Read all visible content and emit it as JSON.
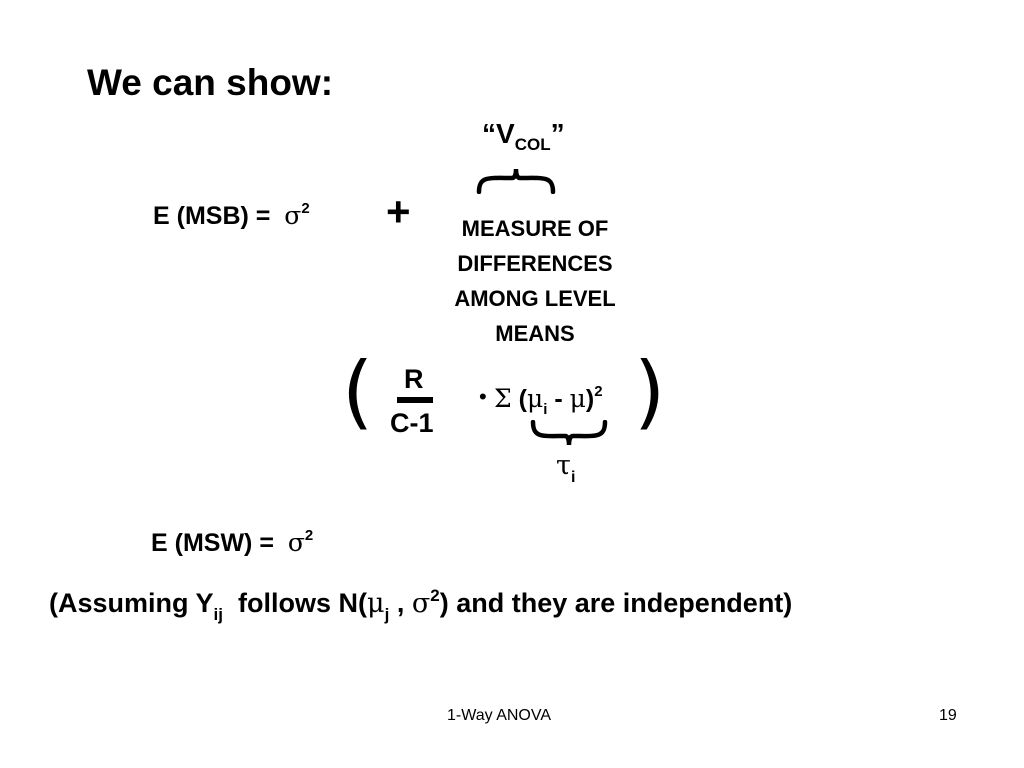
{
  "slide": {
    "title": "We can show:",
    "vcol": {
      "quote_open": "“",
      "letter": "V",
      "subscript": "COL",
      "quote_close": "”"
    },
    "emsb": {
      "lhs": "E (MSB) =",
      "sigma": "σ",
      "exp": "2",
      "plus": "+"
    },
    "measure_lines": [
      "MEASURE OF",
      "DIFFERENCES",
      "AMONG LEVEL",
      "MEANS"
    ],
    "formula": {
      "paren_open": "(",
      "paren_close": ")",
      "numerator": "R",
      "denominator": "C-1",
      "dot": "•",
      "sum_symbol": "Σ",
      "open": "(",
      "mu_i": "μ",
      "sub_i": "i",
      "minus": "-",
      "mu": "μ",
      "close": ")",
      "exp": "2"
    },
    "tau": {
      "symbol": "τ",
      "subscript": "i"
    },
    "emsw": {
      "lhs": "E (MSW) =",
      "sigma": "σ",
      "exp": "2"
    },
    "assumption": {
      "part1": "(Assuming Y",
      "sub_ij": "ij",
      "part2": "follows N(",
      "mu": "μ",
      "sub_j": "j",
      "comma": ",",
      "sigma": "σ",
      "exp": "2",
      "part3": ") and they are independent)"
    }
  },
  "footer": {
    "center": "1-Way ANOVA",
    "page": "19"
  }
}
